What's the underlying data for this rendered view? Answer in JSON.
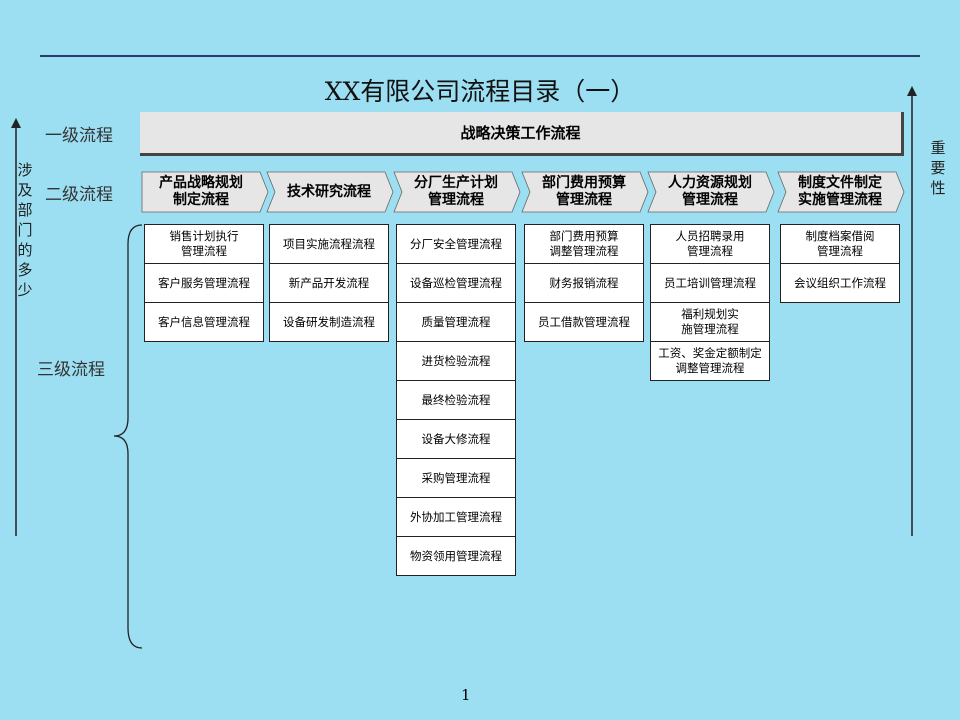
{
  "title": "XX有限公司流程目录（一）",
  "levels": {
    "l1": "一级流程",
    "l2": "二级流程",
    "l3": "三级流程"
  },
  "axis_left": "涉及部门的多少",
  "axis_right": "重要性",
  "level1_bar": "战略决策工作流程",
  "level2": [
    {
      "label": "产品战略规划\n制定流程",
      "items": [
        "销售计划执行\n管理流程",
        "客户服务管理流程",
        "客户信息管理流程"
      ]
    },
    {
      "label": "技术研究流程",
      "items": [
        "项目实施流程流程",
        "新产品开发流程",
        "设备研发制造流程"
      ]
    },
    {
      "label": "分厂生产计划\n管理流程",
      "items": [
        "分厂安全管理流程",
        "设备巡检管理流程",
        "质量管理流程",
        "进货检验流程",
        "最终检验流程",
        "设备大修流程",
        "采购管理流程",
        "外协加工管理流程",
        "物资领用管理流程"
      ]
    },
    {
      "label": "部门费用预算\n管理流程",
      "items": [
        "部门费用预算\n调整管理流程",
        "财务报销流程",
        "员工借款管理流程"
      ]
    },
    {
      "label": "人力资源规划\n管理流程",
      "items": [
        "人员招聘录用\n管理流程",
        "员工培训管理流程",
        "福利规划实\n施管理流程",
        "工资、奖金定额制定\n调整管理流程"
      ]
    },
    {
      "label": "制度文件制定\n实施管理流程",
      "items": [
        "制度档案借阅\n管理流程",
        "会议组织工作流程"
      ]
    }
  ],
  "page_number": "1",
  "colors": {
    "background": "#9ddff2",
    "chevron_fill": "#e6e6e6",
    "box_fill": "#ffffff"
  }
}
